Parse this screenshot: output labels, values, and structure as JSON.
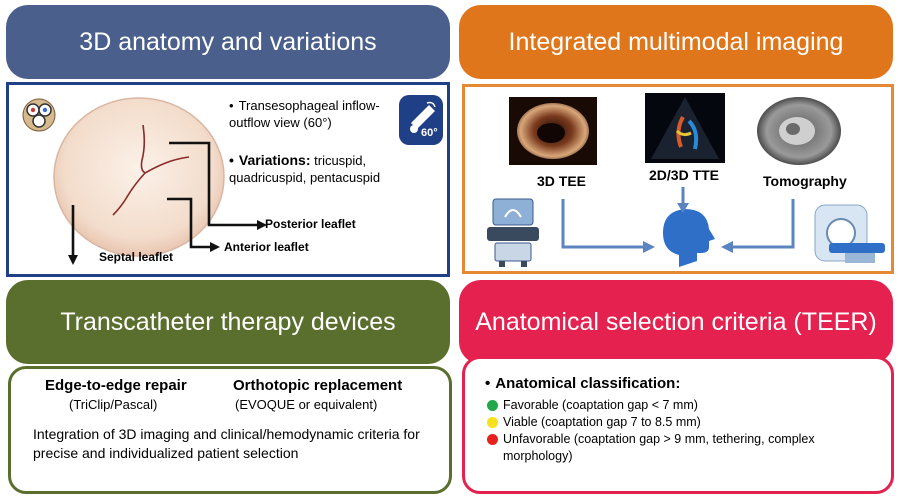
{
  "headers": {
    "anatomy": "3D anatomy and variations",
    "imaging": "Integrated multimodal imaging",
    "devices": "Transcatheter therapy devices",
    "criteria": "Anatomical selection criteria (TEER)"
  },
  "anatomy": {
    "bullet1": "Transesophageal inflow-outflow view (60°)",
    "variations_label": "Variations:",
    "variations_text": "tricuspid, quadricuspid, pentacuspid",
    "probe_angle": "60°",
    "leaflets": {
      "posterior": "Posterior leaflet",
      "anterior": "Anterior leaflet",
      "septal": "Septal leaflet"
    }
  },
  "imaging": {
    "modalities": [
      "3D TEE",
      "2D/3D TTE",
      "Tomography"
    ]
  },
  "devices": {
    "repair_title": "Edge-to-edge repair",
    "repair_sub": "(TriClip/Pascal)",
    "replacement_title": "Orthotopic replacement",
    "replacement_sub": "(EVOQUE or equivalent)",
    "integration": "Integration of 3D imaging and clinical/hemodynamic criteria for precise and individualized patient selection"
  },
  "criteria": {
    "classification_label": "Anatomical classification:",
    "items": [
      {
        "label": "Favorable (coaptation gap < 7 mm)",
        "color": "#22a84a"
      },
      {
        "label": "Viable (coaptation gap 7 to 8.5 mm)",
        "color": "#f5e21a"
      },
      {
        "label": "Unfavorable (coaptation gap > 9 mm, tethering, complex morphology)",
        "color": "#e5221e"
      }
    ]
  },
  "colors": {
    "anatomy_header": "#4a5f8b",
    "imaging_header": "#e0761c",
    "devices_header": "#5a6e2d",
    "criteria_header": "#e5224f",
    "arrow_blue": "#5b84c0"
  }
}
